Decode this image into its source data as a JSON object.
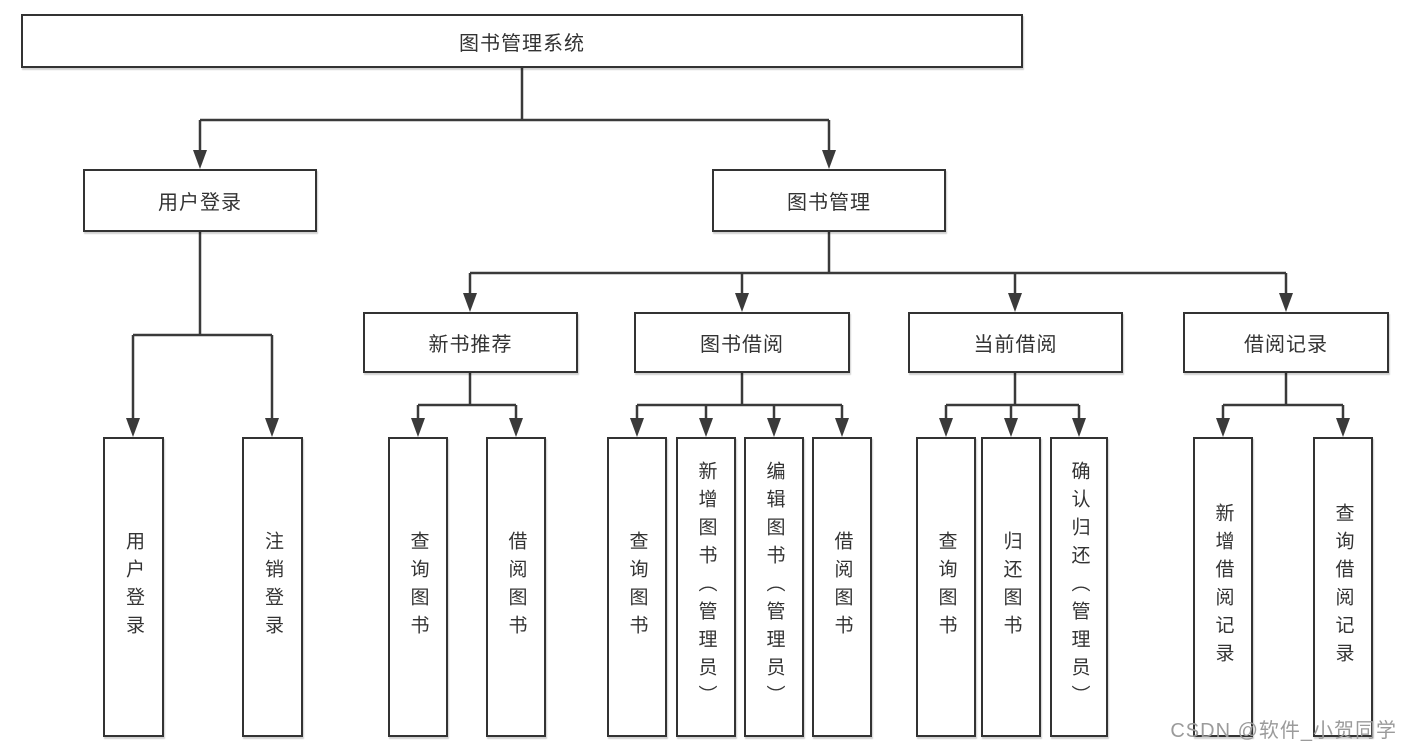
{
  "tree": {
    "root": {
      "label": "图书管理系统",
      "children": [
        {
          "label": "用户登录",
          "children": [
            {
              "label": "用户登录"
            },
            {
              "label": "注销登录"
            }
          ]
        },
        {
          "label": "图书管理",
          "children": [
            {
              "label": "新书推荐",
              "children": [
                {
                  "label": "查询图书"
                },
                {
                  "label": "借阅图书"
                }
              ]
            },
            {
              "label": "图书借阅",
              "children": [
                {
                  "label": "查询图书"
                },
                {
                  "label": "新增图书（管理员）"
                },
                {
                  "label": "编辑图书（管理员）"
                },
                {
                  "label": "借阅图书"
                }
              ]
            },
            {
              "label": "当前借阅",
              "children": [
                {
                  "label": "查询图书"
                },
                {
                  "label": "归还图书"
                },
                {
                  "label": "确认归还（管理员）"
                }
              ]
            },
            {
              "label": "借阅记录",
              "children": [
                {
                  "label": "新增借阅记录"
                },
                {
                  "label": "查询借阅记录"
                }
              ]
            }
          ]
        }
      ]
    }
  },
  "watermark": "CSDN @软件_小贺同学",
  "colors": {
    "line": "#3a3a3a",
    "box_border": "#333333",
    "text": "#333333",
    "watermark": "#9b9b9b",
    "background": "#ffffff"
  }
}
